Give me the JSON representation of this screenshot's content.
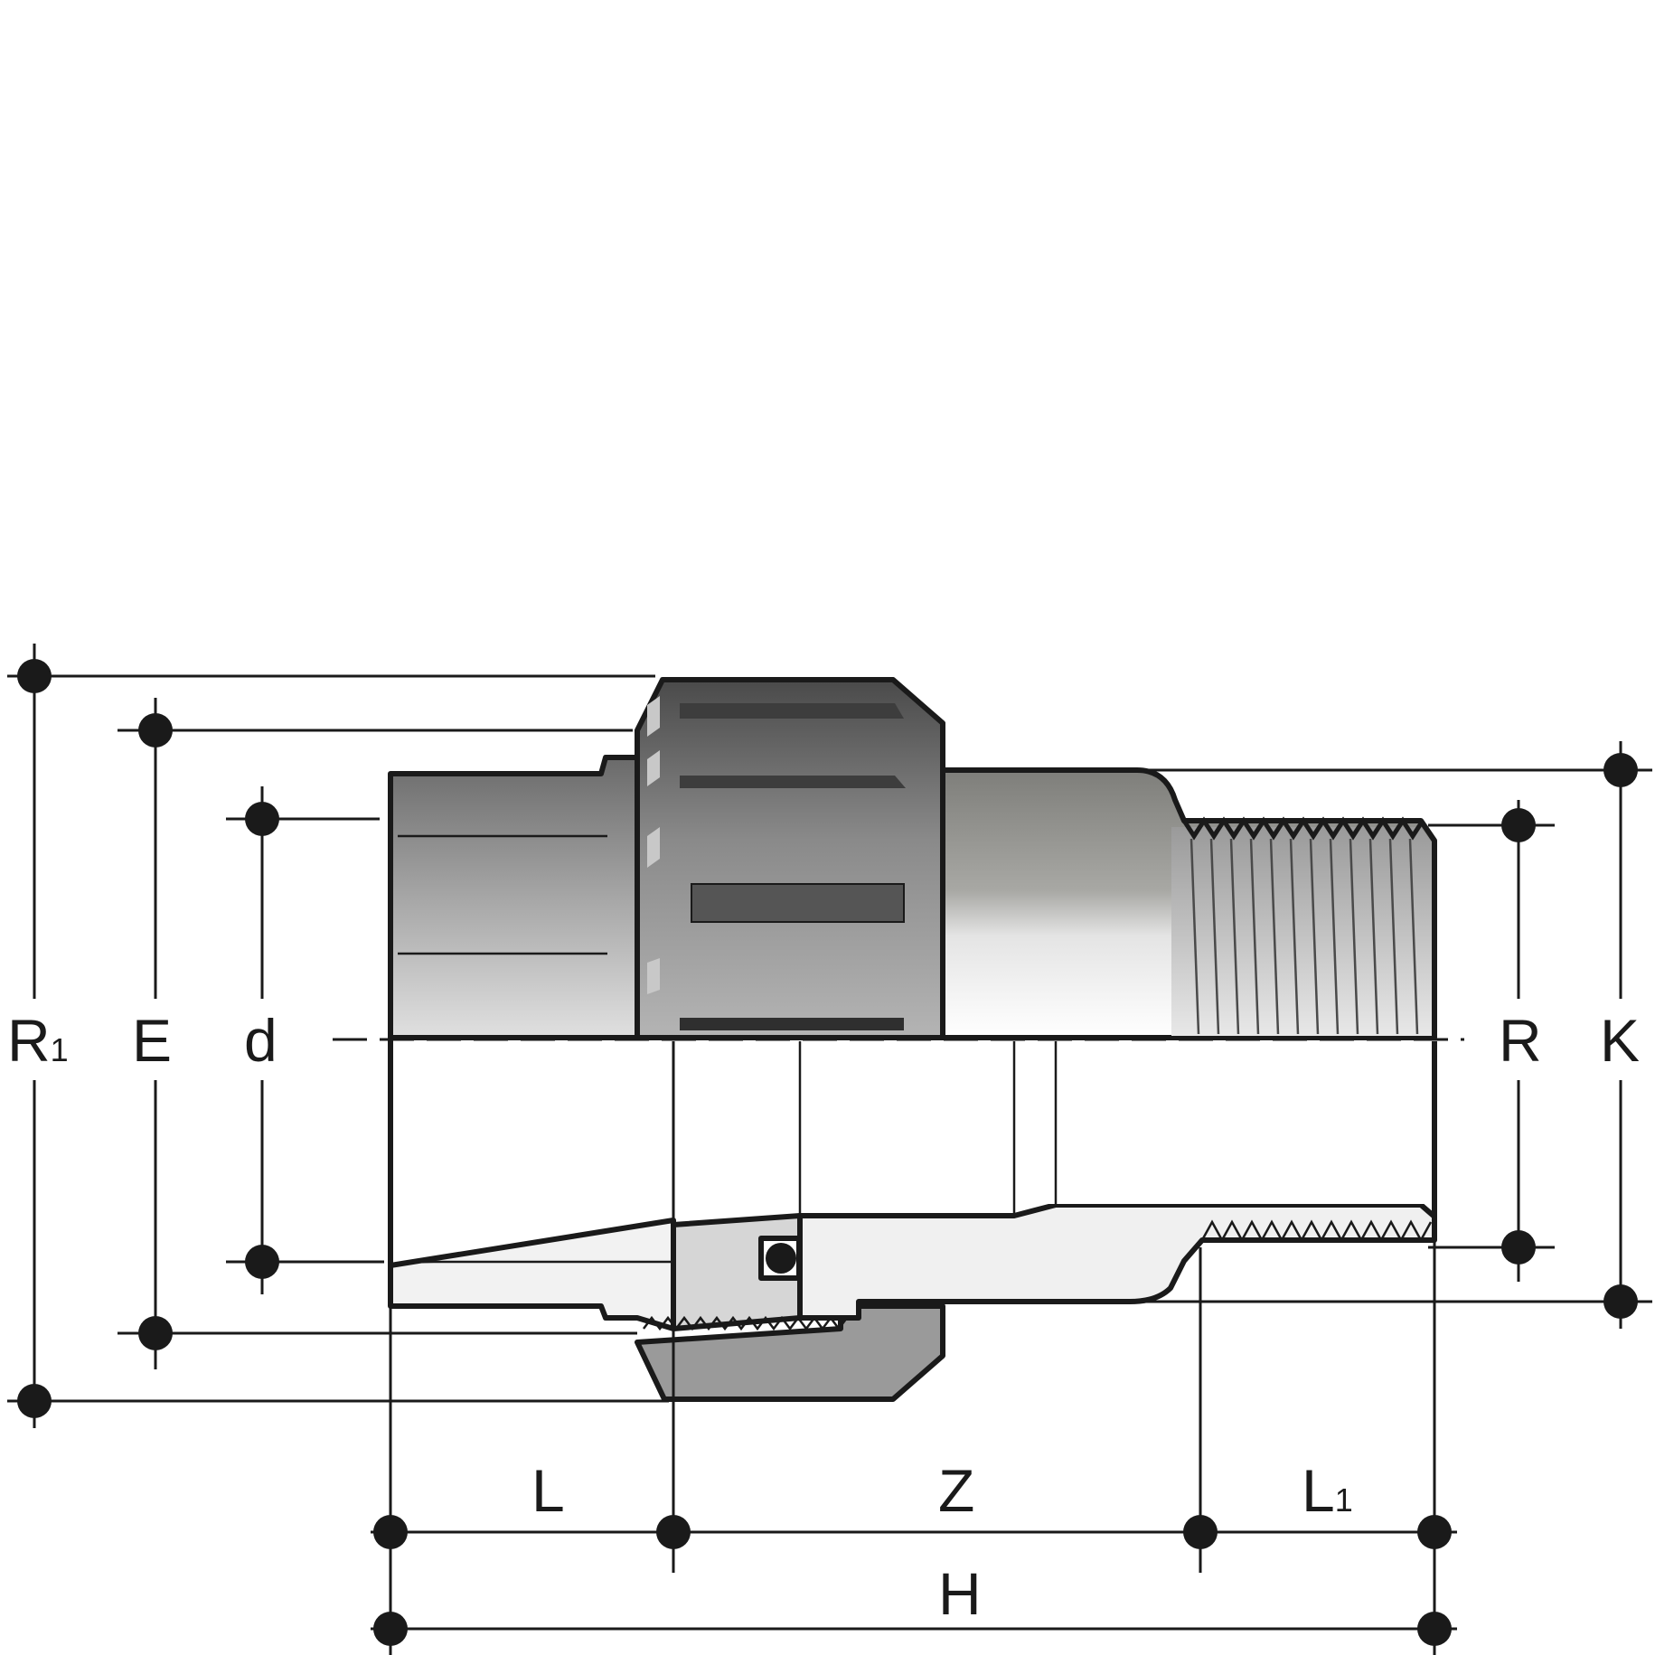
{
  "dimension_labels": {
    "R1": {
      "main": "R",
      "sub": "1"
    },
    "E": "E",
    "d": "d",
    "R": "R",
    "K": "K",
    "L": "L",
    "Z": "Z",
    "L1": {
      "main": "L",
      "sub": "1"
    },
    "H": "H"
  },
  "colors": {
    "line": "#1a1a1a",
    "nut_dark": "#5e5e5e",
    "body_grey": "#8e8e8e",
    "light_grey": "#d6d6d6",
    "section_white": "#ffffff"
  }
}
